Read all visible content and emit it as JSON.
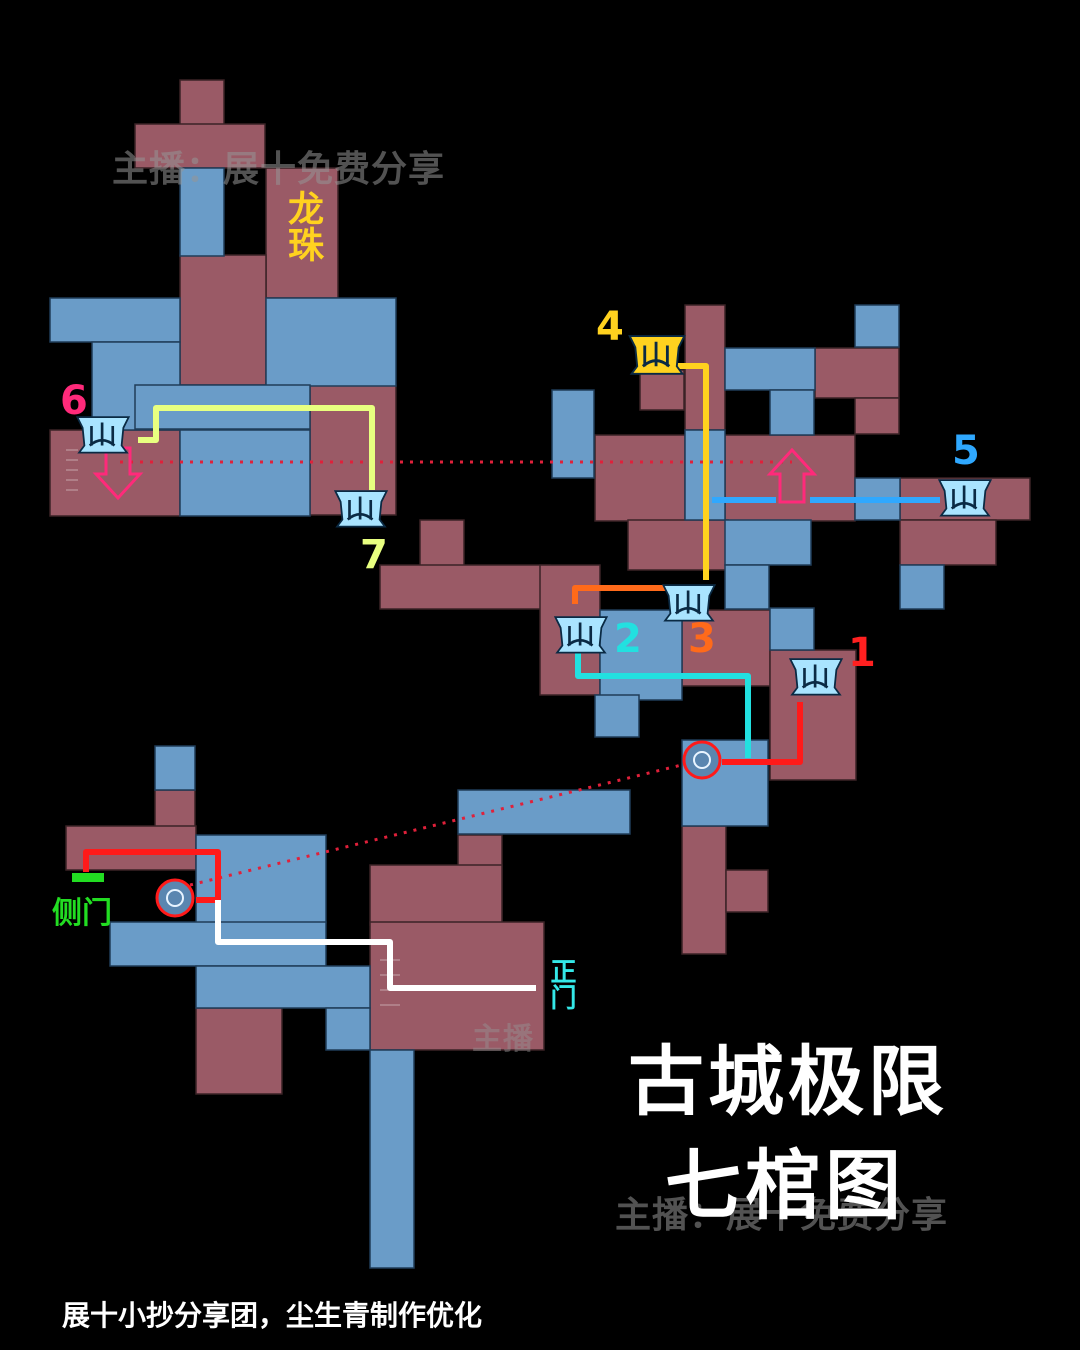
{
  "title": {
    "line1": "古城极限",
    "line2": "七棺图"
  },
  "watermark": {
    "top": "主播：展十免费分享",
    "bottom": "主播：展十免费分享",
    "faint": "主播"
  },
  "credit": "展十小抄分享团，尘生青制作优化",
  "labels": {
    "dragon_pearl": "龙珠",
    "side_door": "侧门",
    "main_gate": "正门"
  },
  "coffins": [
    {
      "number": "1",
      "color": "#ff2020"
    },
    {
      "number": "2",
      "color": "#22e0e0"
    },
    {
      "number": "3",
      "color": "#ff6a1a"
    },
    {
      "number": "4",
      "color": "#ffd21f"
    },
    {
      "number": "5",
      "color": "#2fa8ff"
    },
    {
      "number": "6",
      "color": "#ff2a7a"
    },
    {
      "number": "7",
      "color": "#e8ff80"
    }
  ],
  "colors": {
    "room_red": "#9a5a66",
    "room_blue": "#6a9cc8",
    "coffin_icon": "#a9e4ff",
    "coffin_gold": "#ffd21f",
    "side_door_bar": "#22dd22",
    "main_gate_label": "#34e8e8",
    "dragon_pearl_label": "#ffd21f"
  },
  "icons": [
    "coffin-icon",
    "up-arrow-icon",
    "down-arrow-icon",
    "portal-icon"
  ]
}
